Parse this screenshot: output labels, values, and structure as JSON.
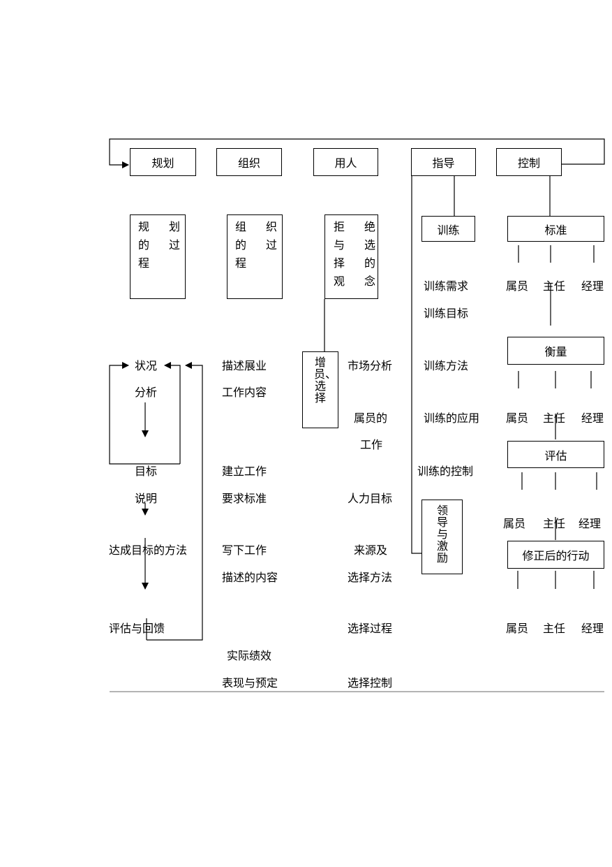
{
  "top": {
    "planning": "规划",
    "organizing": "组织",
    "staffing": "用人",
    "directing": "指导",
    "controlling": "控制"
  },
  "planning": {
    "process_box": [
      "规",
      "划",
      "的",
      "过",
      "程"
    ],
    "situation": "状况",
    "analysis": "分析",
    "goal": "目标",
    "explain": "说明",
    "method": "达成目标的方法",
    "feedback": "评估与回馈"
  },
  "organizing": {
    "process_box": [
      "组",
      "织",
      "的",
      "过",
      "程"
    ],
    "describe_dev": "描述展业",
    "job_content": "工作内容",
    "establish_job": "建立工作",
    "req_standard": "要求标准",
    "write_job": "写下工作",
    "desc_content": "描述的内容",
    "actual_perf": "实际绩效",
    "vs_planned": "表现与预定"
  },
  "staffing": {
    "concept_box": [
      "拒",
      "绝",
      "与",
      "选",
      "择",
      "的",
      "观",
      "念"
    ],
    "increase_select": "增员、选择",
    "market_analysis": "市场分析",
    "subordinate": "属员的",
    "work": "工作",
    "hr_goal": "人力目标",
    "source": "来源及",
    "select_method": "选择方法",
    "select_process": "选择过程",
    "select_control": "选择控制"
  },
  "directing": {
    "training": "训练",
    "needs": "训练需求",
    "goals": "训练目标",
    "methods": "训练方法",
    "application": "训练的应用",
    "control": "训练的控制",
    "leadership": "领导与激励"
  },
  "controlling": {
    "standard": "标准",
    "measure": "衡量",
    "evaluate": "评估",
    "correct": "修正后的行动",
    "roles": [
      "属员",
      "主任",
      "经理"
    ]
  }
}
